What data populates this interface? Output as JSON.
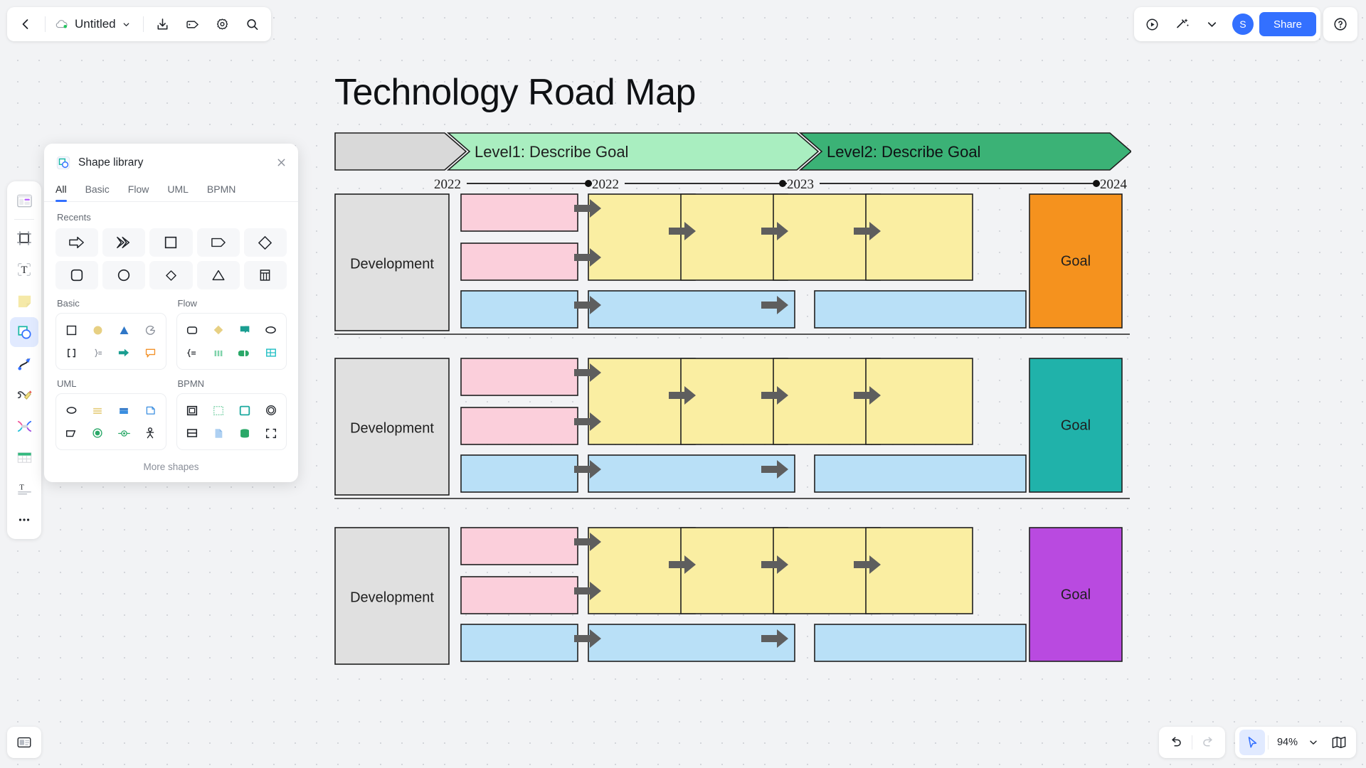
{
  "topbar": {
    "back_icon": "chevron-left-icon",
    "cloud_icon": "cloud-saved-icon",
    "doc_title": "Untitled",
    "dropdown_icon": "chevron-down-icon",
    "export_icon": "export-icon",
    "tag_icon": "tag-icon",
    "settings_icon": "gear-icon",
    "search_icon": "search-icon",
    "present_icon": "play-icon",
    "magic_icon": "ai-magic-icon",
    "collapse_icon": "chevron-down-icon",
    "avatar_initial": "S",
    "share_label": "Share",
    "help_icon": "help-icon",
    "accent_color": "#3370ff"
  },
  "left_toolbar": {
    "items": [
      {
        "name": "frame-template-icon",
        "label": "Template"
      },
      {
        "name": "frame-icon",
        "label": "Frame"
      },
      {
        "name": "text-icon",
        "label": "Text"
      },
      {
        "name": "sticky-note-icon",
        "label": "Sticky note"
      },
      {
        "name": "shapes-icon",
        "label": "Shapes",
        "active": true
      },
      {
        "name": "connector-icon",
        "label": "Connector"
      },
      {
        "name": "pen-icon",
        "label": "Pen"
      },
      {
        "name": "mind-map-icon",
        "label": "Mind map"
      },
      {
        "name": "table-icon",
        "label": "Table"
      },
      {
        "name": "text-box-icon",
        "label": "Text box"
      },
      {
        "name": "more-tools-icon",
        "label": "More"
      }
    ],
    "bottom_item": {
      "name": "page-manager-icon",
      "label": "Pages"
    }
  },
  "shape_library": {
    "title": "Shape library",
    "header_icon": "shapes-icon",
    "close_icon": "close-icon",
    "tabs": [
      {
        "label": "All",
        "active": true
      },
      {
        "label": "Basic",
        "active": false
      },
      {
        "label": "Flow",
        "active": false
      },
      {
        "label": "UML",
        "active": false
      },
      {
        "label": "BPMN",
        "active": false
      }
    ],
    "recents_label": "Recents",
    "recents": [
      "arrow-right-shape",
      "chevron-arrow-shape",
      "square-shape",
      "tag-shape",
      "diamond-shape",
      "rounded-square-shape",
      "circle-shape",
      "small-diamond-shape",
      "triangle-shape",
      "table-column-shape"
    ],
    "categories": [
      {
        "label": "Basic",
        "shapes": [
          "square-outline-shape",
          "yellow-circle-shape",
          "blue-triangle-shape",
          "grey-arc-shape",
          "brackets-shape",
          "brace-equals-shape",
          "teal-arrow-shape",
          "orange-callout-shape"
        ]
      },
      {
        "label": "Flow",
        "shapes": [
          "rounded-rect-shape",
          "yellow-diamond-shape",
          "teal-card-shape",
          "ellipse-outline-shape",
          "brace-list-shape",
          "green-bars-shape",
          "green-split-shape",
          "teal-table-shape"
        ]
      },
      {
        "label": "UML",
        "shapes": [
          "ellipse-shape",
          "yellow-lines-shape",
          "blue-class-shape",
          "blue-note-shape",
          "flag-shape",
          "green-circle-target-shape",
          "green-node-shape",
          "actor-shape"
        ]
      },
      {
        "label": "BPMN",
        "shapes": [
          "black-subprocess-shape",
          "dashed-group-shape",
          "teal-frame-shape",
          "concentric-circle-shape",
          "black-split-rect-shape",
          "blue-document-shape",
          "green-datastore-shape",
          "dashed-square-shape"
        ]
      }
    ],
    "more_shapes_label": "More shapes"
  },
  "diagram": {
    "title": "Technology Road Map",
    "banner": {
      "segments": [
        {
          "label": "",
          "fill": "#d9d9d9",
          "text_color": "#1f1f1f"
        },
        {
          "label": "Level1: Describe Goal",
          "fill": "#a9eec0",
          "text_color": "#1f1f1f"
        },
        {
          "label": "Level2: Describe Goal",
          "fill": "#3bb276",
          "text_color": "#0f1114"
        }
      ]
    },
    "timeline": {
      "labels": [
        "2022",
        "2022",
        "2023",
        "2024"
      ],
      "dot_color": "#111111",
      "line_color": "#111111"
    },
    "swimlanes": [
      {
        "lane_label": "Development",
        "lane_fill": "#e0e0e0",
        "goal_label": "Goal",
        "goal_fill": "#f5921e",
        "rows": [
          {
            "kind": "pink",
            "fill": "#fbcfdb"
          },
          {
            "kind": "pink",
            "fill": "#fbcfdb"
          },
          {
            "kind": "blue",
            "fill": "#b9e0f7"
          }
        ],
        "yellow_fill": "#faeea2",
        "arrow_color": "#5e5e5e"
      },
      {
        "lane_label": "Development",
        "lane_fill": "#e0e0e0",
        "goal_label": "Goal",
        "goal_fill": "#20b2aa",
        "rows": [
          {
            "kind": "pink",
            "fill": "#fbcfdb"
          },
          {
            "kind": "pink",
            "fill": "#fbcfdb"
          },
          {
            "kind": "blue",
            "fill": "#b9e0f7"
          }
        ],
        "yellow_fill": "#faeea2",
        "arrow_color": "#5e5e5e"
      },
      {
        "lane_label": "Development",
        "lane_fill": "#e0e0e0",
        "goal_label": "Goal",
        "goal_fill": "#b94ae0",
        "rows": [
          {
            "kind": "pink",
            "fill": "#fbcfdb"
          },
          {
            "kind": "pink",
            "fill": "#fbcfdb"
          },
          {
            "kind": "blue",
            "fill": "#b9e0f7"
          }
        ],
        "yellow_fill": "#faeea2",
        "arrow_color": "#5e5e5e"
      }
    ]
  },
  "bottom_controls": {
    "undo_icon": "undo-icon",
    "redo_icon": "redo-icon",
    "cursor_icon": "cursor-select-icon",
    "zoom_level": "94%",
    "zoom_dropdown_icon": "chevron-down-icon",
    "minimap_icon": "minimap-icon"
  }
}
